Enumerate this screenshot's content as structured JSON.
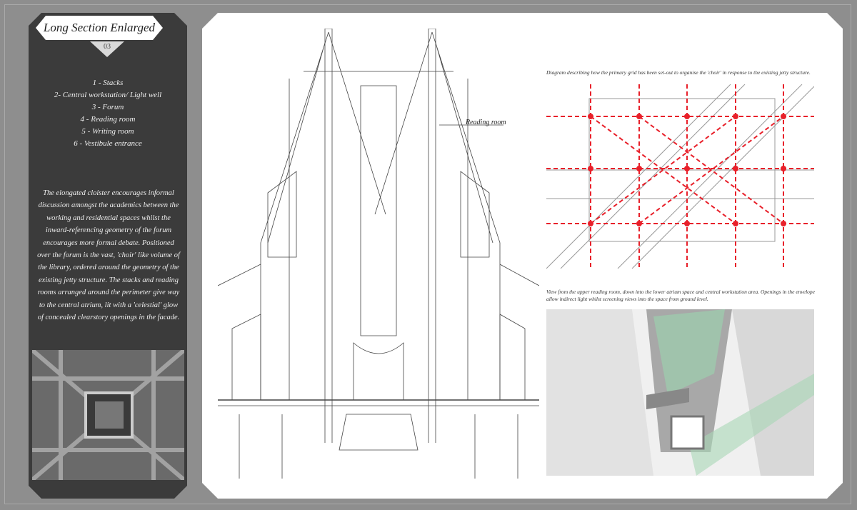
{
  "sheet": {
    "title": "Long Section Enlarged",
    "number": "03"
  },
  "legend": [
    "1 - Stacks",
    "2- Central workstation/ Light well",
    "3 - Forum",
    "4 - Reading room",
    "5 - Writing room",
    "6 - Vestibule entrance"
  ],
  "description": "The elongated cloister encourages informal discussion amongst the academics between the working and residential spaces whilst the inward-referencing geometry of the forum encourages more formal debate. Positioned over the forum is the vast, 'choir' like volume of the library, ordered around the geometry of the existing jetty structure. The stacks and reading rooms arranged around the perimeter give way to the central atrium, lit with a 'celestial' glow of concealed clearstory openings in the facade.",
  "section_drawing": {
    "annotation": "Reading room"
  },
  "grid_diagram": {
    "caption": "Diagram describing how the primary grid has been set-out to organise the 'choir' in response to the existing jetty structure.",
    "accent_color": "#e8202a"
  },
  "render_view": {
    "caption": "View from the upper reading room, down into the lower atrium space and central workstation area. Openings in the envelope allow indirect light whilst screening views into the space from ground level."
  }
}
